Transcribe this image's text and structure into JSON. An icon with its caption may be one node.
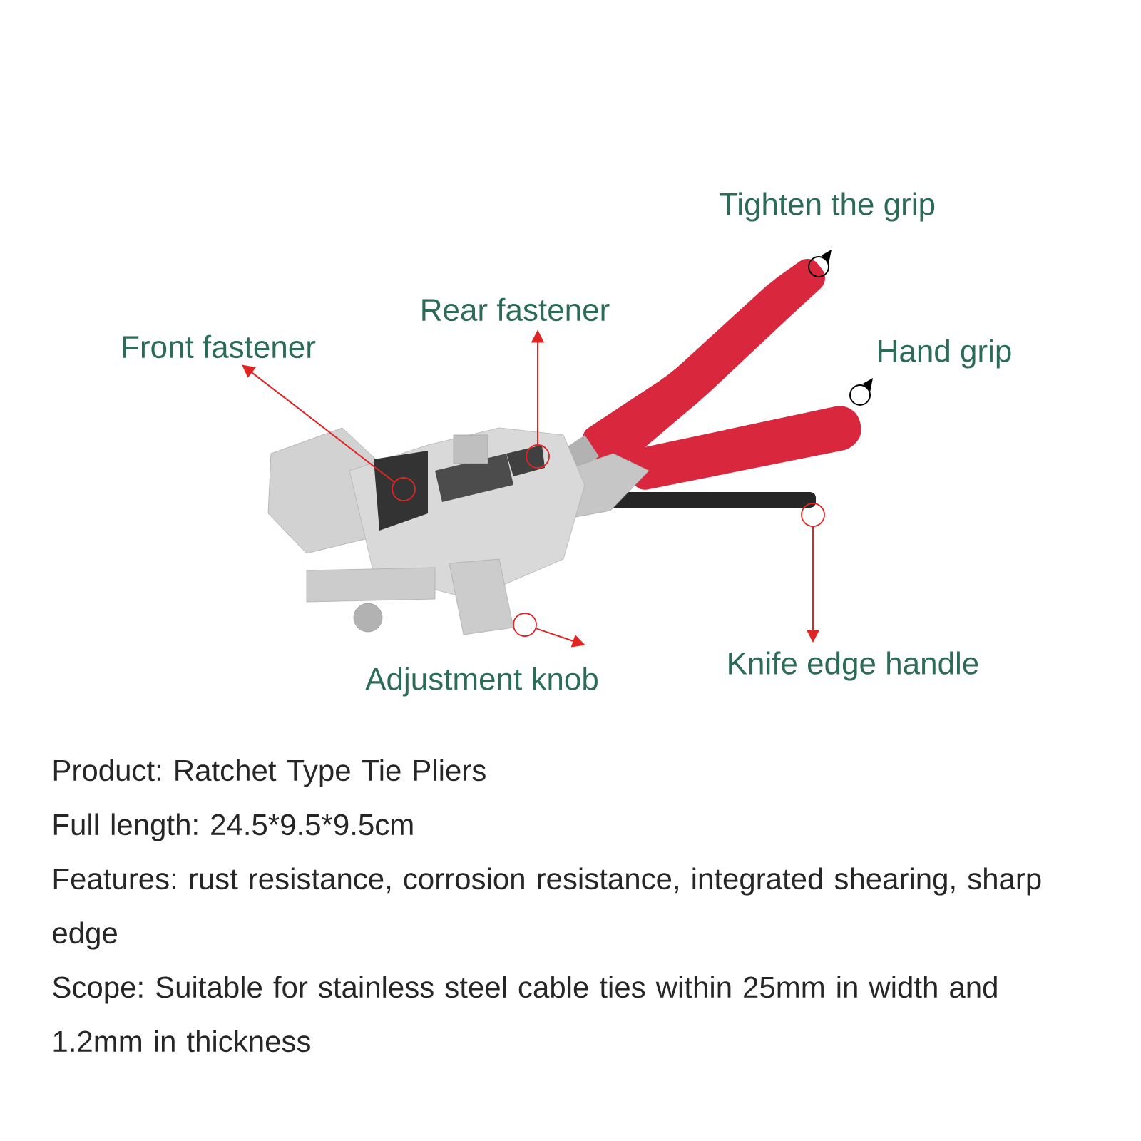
{
  "diagram": {
    "nodes": [
      {
        "text": [
          "Tighten the grip"
        ]
      },
      {
        "text": [
          "Rear fastener"
        ]
      },
      {
        "text": [
          "Front fastener"
        ]
      },
      {
        "text": [
          "Hand grip"
        ]
      },
      {
        "text": [
          "Adjustment knob"
        ]
      },
      {
        "text": [
          "Knife edge handle"
        ]
      },
      {
        "text": [],
        "shape": "circle"
      },
      {
        "text": [],
        "shape": "circle"
      },
      {
        "text": [],
        "shape": "circle"
      },
      {
        "text": [],
        "shape": "circle"
      }
    ],
    "edges": [
      {
        "from": 6,
        "to": 2,
        "arrow": "to"
      },
      {
        "from": 7,
        "to": 1,
        "arrow": "to"
      },
      {
        "from": 8,
        "to": 4,
        "arrow": "to"
      },
      {
        "from": 9,
        "to": 5,
        "arrow": "to"
      }
    ],
    "labels": [
      "Product: Ratchet Type Tie Pliers",
      "Full length: 24.5*9.5*9.5cm",
      "Features: rust resistance, corrosion resistance, integrated shearing, sharp edge",
      "Scope: Suitable for stainless steel cable ties within 25mm in width and 1.2mm in thickness"
    ]
  }
}
